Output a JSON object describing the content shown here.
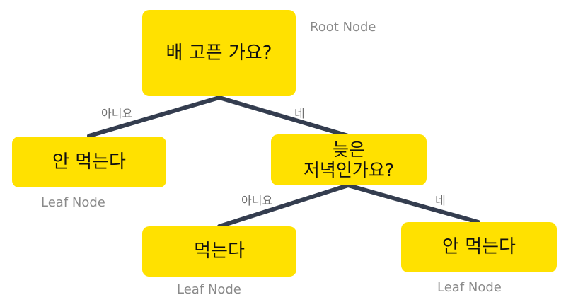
{
  "diagram": {
    "nodes": {
      "root": "배 고픈 가요?",
      "left_leaf": "안 먹는다",
      "dinner": "늦은\n저녁인가요?",
      "mid_leaf": "먹는다",
      "right_leaf": "안 먹는다"
    },
    "tags": {
      "root": "Root Node",
      "left_leaf": "Leaf Node",
      "mid_leaf": "Leaf Node",
      "right_leaf": "Leaf Node"
    },
    "edges": {
      "root_left": "아니요",
      "root_right": "네",
      "dinner_left": "아니요",
      "dinner_right": "네"
    },
    "colors": {
      "node_fill": "#ffe100",
      "edge_stroke": "#343d4f",
      "tag_text": "#8a8a8a"
    }
  }
}
